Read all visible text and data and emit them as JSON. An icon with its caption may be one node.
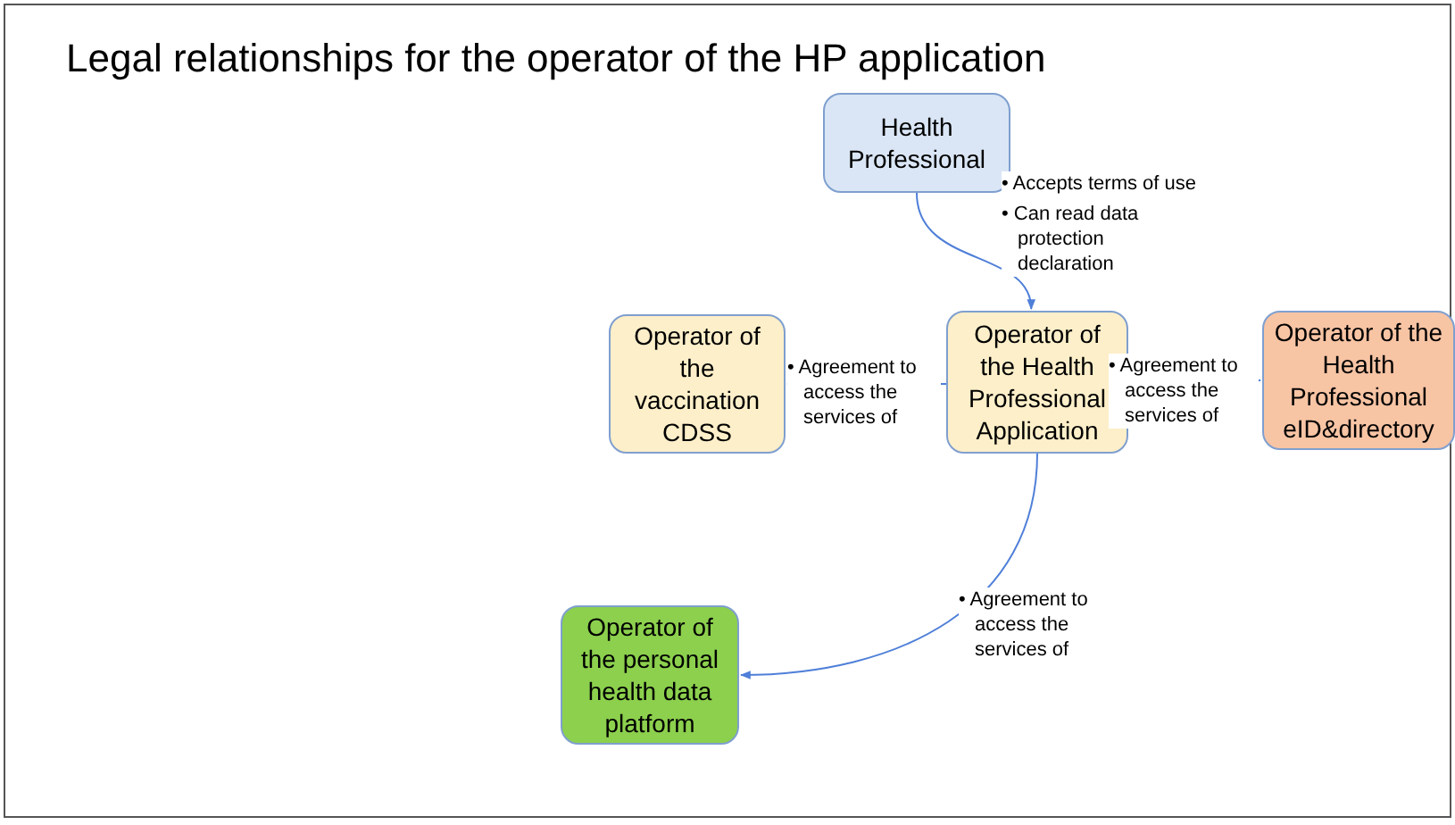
{
  "diagram": {
    "title": "Legal relationships for the operator of the HP application",
    "nodes": [
      {
        "text": [
          "Health Professional"
        ]
      },
      {
        "text": [
          "Operator of the Health Professional Application"
        ]
      },
      {
        "text": [
          "Operator of the vaccination CDSS"
        ]
      },
      {
        "text": [
          "Operator of the Health Professional eID&directory"
        ]
      },
      {
        "text": [
          "Operator of the personal health data platform"
        ]
      }
    ],
    "edges": [
      {
        "from": 0,
        "to": 1,
        "arrow": "to",
        "label": "• Accepts terms of use"
      },
      {
        "from": 1,
        "to": 2,
        "arrow": "to",
        "label": "• Agreement to access the services of"
      },
      {
        "from": 1,
        "to": 3,
        "arrow": "to",
        "label": "• Agreement to access the services of"
      },
      {
        "from": 1,
        "to": 4,
        "arrow": "to",
        "label": "• Agreement to access the services of"
      }
    ],
    "labels": [
      "• Can read data protection declaration"
    ]
  }
}
